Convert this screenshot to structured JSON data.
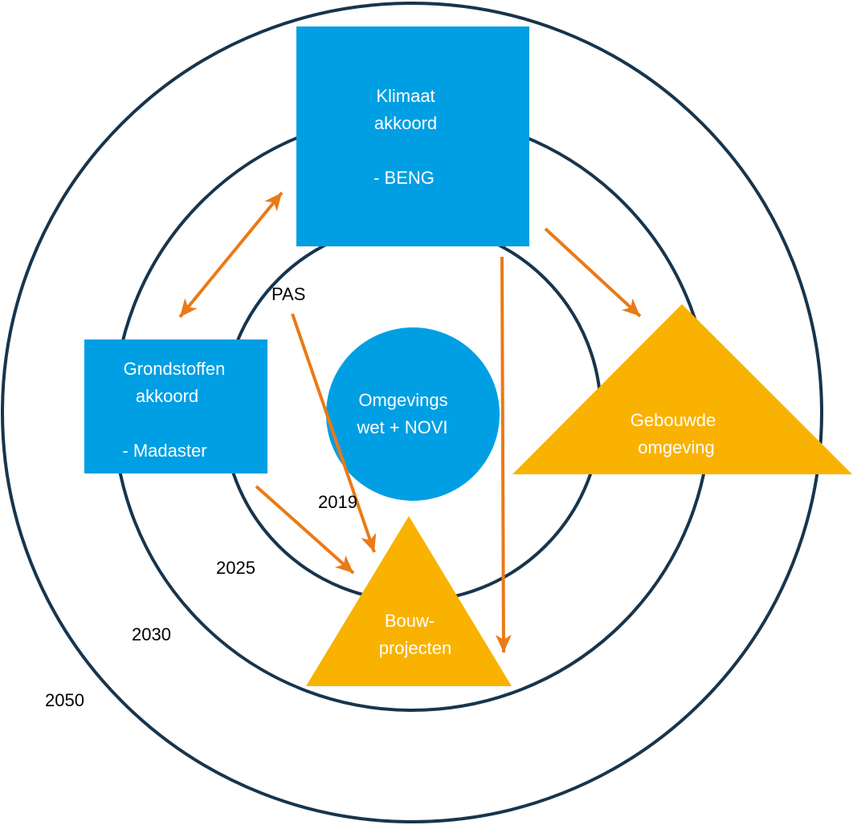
{
  "colors": {
    "ring": "#17354d",
    "blue": "#009fe3",
    "gold": "#f9b200",
    "arrow": "#ea7a16",
    "text_on_shape": "#ffffff",
    "year_text": "#000000"
  },
  "rings": [
    {
      "label": "2050"
    },
    {
      "label": "2030"
    },
    {
      "label": "2025"
    },
    {
      "label": "2019"
    }
  ],
  "boxes": {
    "klimaat": {
      "line1": "Klimaat",
      "line2": "akkoord",
      "item": "- BENG"
    },
    "grondstoffen": {
      "line1": "Grondstoffen",
      "line2": "akkoord",
      "item": "- Madaster"
    }
  },
  "circle_center": {
    "line1": "Omgevings",
    "line2": "wet + NOVI"
  },
  "triangles": {
    "gebouwde": {
      "line1": "Gebouwde",
      "line2": "omgeving"
    },
    "bouw": {
      "line1": "Bouw-",
      "line2": "projecten"
    }
  },
  "pas_label": "PAS",
  "arrows": [
    {
      "from": "Grondstoffen akkoord",
      "to": "Klimaat akkoord",
      "bidirectional": true
    },
    {
      "from": "Klimaat akkoord",
      "to": "Gebouwde omgeving"
    },
    {
      "from": "Klimaat akkoord",
      "to": "Bouw-projecten"
    },
    {
      "from": "PAS",
      "to": "Bouw-projecten"
    },
    {
      "from": "Grondstoffen akkoord",
      "to": "Bouw-projecten"
    }
  ]
}
